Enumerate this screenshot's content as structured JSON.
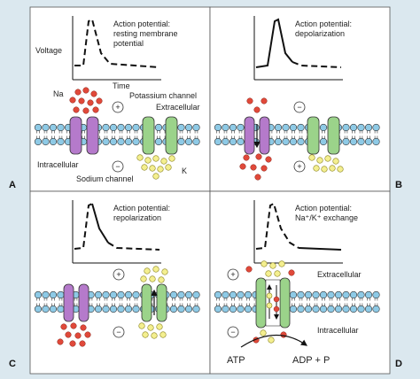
{
  "colors": {
    "background": "#dbe8ef",
    "panel": "#ffffff",
    "lipid_head": "#8ecae6",
    "sodium_channel": "#b57acb",
    "potassium_channel": "#9bd38a",
    "sodium_ion": "#e0493a",
    "potassium_ion": "#f4ef8f"
  },
  "panels": [
    {
      "letter": "A",
      "title_lines": [
        "Action potential:",
        "resting membrane",
        "potential"
      ],
      "y_axis_label": "Voltage",
      "x_axis_label": "Time",
      "labels": {
        "na": "Na",
        "k": "K",
        "potassium_channel": "Potassium channel",
        "extracellular": "Extracellular",
        "intracellular": "Intracellular",
        "sodium_channel": "Sodium channel"
      },
      "charges": {
        "top": "+",
        "bottom": "−"
      }
    },
    {
      "letter": "B",
      "title_lines": [
        "Action potential:",
        "depolarization"
      ],
      "charges": {
        "top": "−",
        "bottom": "+"
      }
    },
    {
      "letter": "C",
      "title_lines": [
        "Action potential:",
        "repolarization"
      ],
      "charges": {
        "top": "+",
        "bottom": "−"
      }
    },
    {
      "letter": "D",
      "title_lines": [
        "Action potential:",
        "Na⁺/K⁺ exchange"
      ],
      "labels": {
        "extracellular": "Extracellular",
        "intracellular": "Intracellular",
        "atp": "ATP",
        "adp": "ADP + P"
      },
      "charges": {
        "top": "+",
        "bottom": "−"
      }
    }
  ]
}
